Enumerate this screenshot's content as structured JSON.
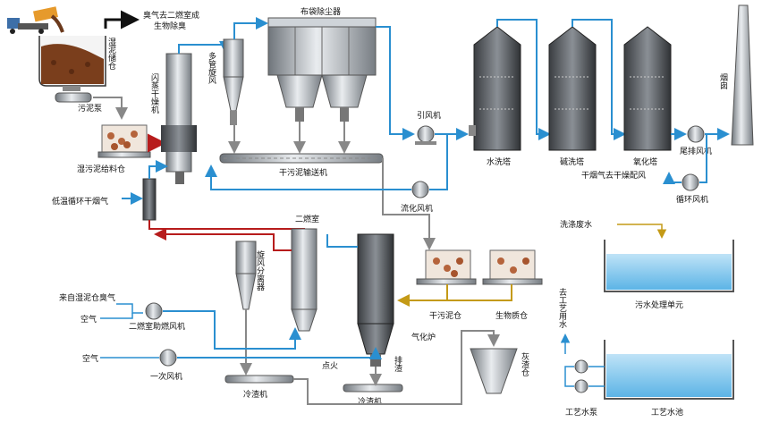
{
  "labels": {
    "odor_note": "臭气去二燃室成",
    "odor_note2": "生物除臭",
    "wet_silo": "湿泥储仓",
    "sludge_pump": "污泥泵",
    "wet_feed_silo": "湿污泥给料仓",
    "paddle_dryer": "闪蒸干燥机",
    "multi_cyclone": "多管旋风",
    "baghouse": "布袋除尘器",
    "dry_conveyor": "干污泥输送机",
    "induced_fan": "引风机",
    "wash_tower": "水洗塔",
    "alkali_tower": "碱洗塔",
    "oxidation_tower": "氧化塔",
    "tail_fan": "尾排风机",
    "chimney": "烟囱",
    "dry_gas_return": "干烟气去干燥配风",
    "circ_fan": "循环风机",
    "fluid_fan": "流化风机",
    "low_temp_gas": "低温循环干烟气",
    "secondary_chamber": "二燃室",
    "cyclone_sep": "旋风分离器",
    "odor_from_silo": "来自湿泥仓臭气",
    "air1": "空气",
    "aux_fan": "二燃室助燃风机",
    "air2": "空气",
    "primary_fan": "一次风机",
    "ignition": "点火",
    "gasifier": "气化炉",
    "slag_discharge": "排渣",
    "cold_slag_1": "冷渣机",
    "cold_slag_2": "冷渣机",
    "dry_sludge_bin": "干污泥仓",
    "biomass_bin": "生物质仓",
    "ash_bin": "灰渣仓",
    "wash_water": "洗涤废水",
    "to_process_water": "去工艺用水",
    "wastewater_unit": "污水处理单元",
    "process_pump": "工艺水泵",
    "process_tank": "工艺水池"
  }
}
